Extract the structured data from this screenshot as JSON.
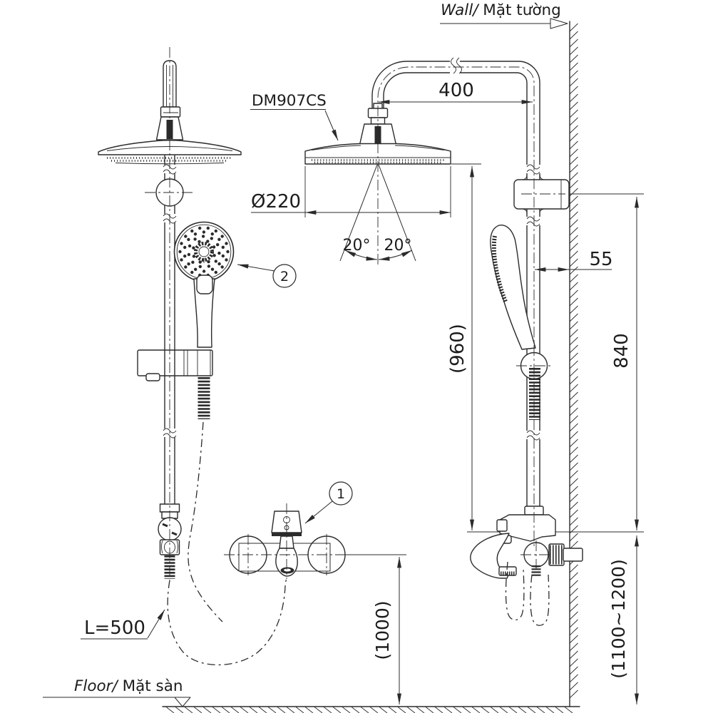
{
  "drawing": {
    "type": "technical-installation-drawing",
    "product_model": "DM907CS",
    "labels": {
      "wall_italic": "Wall/",
      "wall_vietnamese": " Mặt tường",
      "floor_italic": "Floor/",
      "floor_vietnamese": " Mặt sàn"
    },
    "callouts": {
      "mixer_valve": "1",
      "hand_shower": "2"
    },
    "dimensions": {
      "arm_reach": "400",
      "head_diameter": "Ø220",
      "spray_angle_left": "20°",
      "spray_angle_right": "20°",
      "pipe_to_wall": "55",
      "head_to_mixer_height": "(960)",
      "bracket_to_mixer_height": "840",
      "mixer_to_floor_height": "(1000)",
      "recommended_install_height": "(1100~1200)",
      "hose_length": "L=500"
    },
    "colors": {
      "line": "#2b2b2b",
      "background": "#ffffff",
      "dark_fill": "#2b2b2b"
    }
  }
}
